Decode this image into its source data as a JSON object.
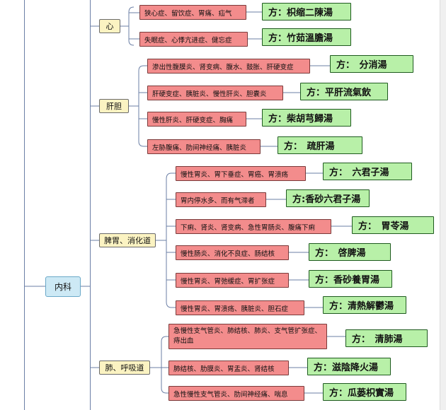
{
  "root": {
    "label": "内科"
  },
  "categories": {
    "heart": {
      "label": "心"
    },
    "liver": {
      "label": "肝胆"
    },
    "spleen": {
      "label": "脾胃、消化道"
    },
    "lung": {
      "label": "肺、呼吸道"
    }
  },
  "rows": [
    {
      "symptom": "狭心症、留饮症、胃痛、疝气",
      "formula": "方：枳缩二陳湯"
    },
    {
      "symptom": "失眠症、心悸亢进症、健忘症",
      "formula": "方：竹茹溫膽湯"
    },
    {
      "symptom": "渗出性腹膜炎、肾变病、腹水、鼓胀、肝硬变症",
      "formula": "方：　分消湯"
    },
    {
      "symptom": "肝硬变症、胰脏炎、慢性肝炎、胆囊炎",
      "formula": "方：平肝流氣飲"
    },
    {
      "symptom": "慢性肝炎、肝硬变症、胸痛",
      "formula": "方：柴胡芎歸湯"
    },
    {
      "symptom": "左胁腹痛、肋间神经痛、胰脏炎",
      "formula": "方：　疏肝湯"
    },
    {
      "symptom": "慢性胃炎、胃下垂症、胃癌、胃溃疡",
      "formula": "方：　六君子湯"
    },
    {
      "symptom": "胃内停水多、而有气滞者",
      "formula": "方:香砂六君子湯"
    },
    {
      "symptom": "下痢、肾炎、肾变病、急性胃肠炎、腹痛下痢",
      "formula": "方：　胃苓湯"
    },
    {
      "symptom": "慢性肠炎、消化不良症、肠结核",
      "formula": "方：　啓脾湯"
    },
    {
      "symptom": "慢性胃炎、胃弛缓症、胃扩张症",
      "formula": "方：香砂養胃湯"
    },
    {
      "symptom": "慢性胃炎、胃溃疡、胰脏炎、胆石症",
      "formula": "方：清熱解鬱湯"
    },
    {
      "symptom": "急慢性支气管炎、肺结核、肺炎、支气管扩张症、痔出血",
      "formula": "方：　清肺湯"
    },
    {
      "symptom": "肺结核、肋膜炎、胃盂炎、肾结核",
      "formula": "方：滋陰降火湯"
    },
    {
      "symptom": "急性慢性支气管炎、肋间神经痛、喘息",
      "formula": "方：瓜蒌枳實湯"
    }
  ],
  "colors": {
    "connector": "#6b7fa6",
    "symptom_fill": "#f38c8c",
    "formula_fill": "#b8f0a8",
    "category_fill": "#fbf3c2",
    "root_fill": "#cde9f5"
  }
}
